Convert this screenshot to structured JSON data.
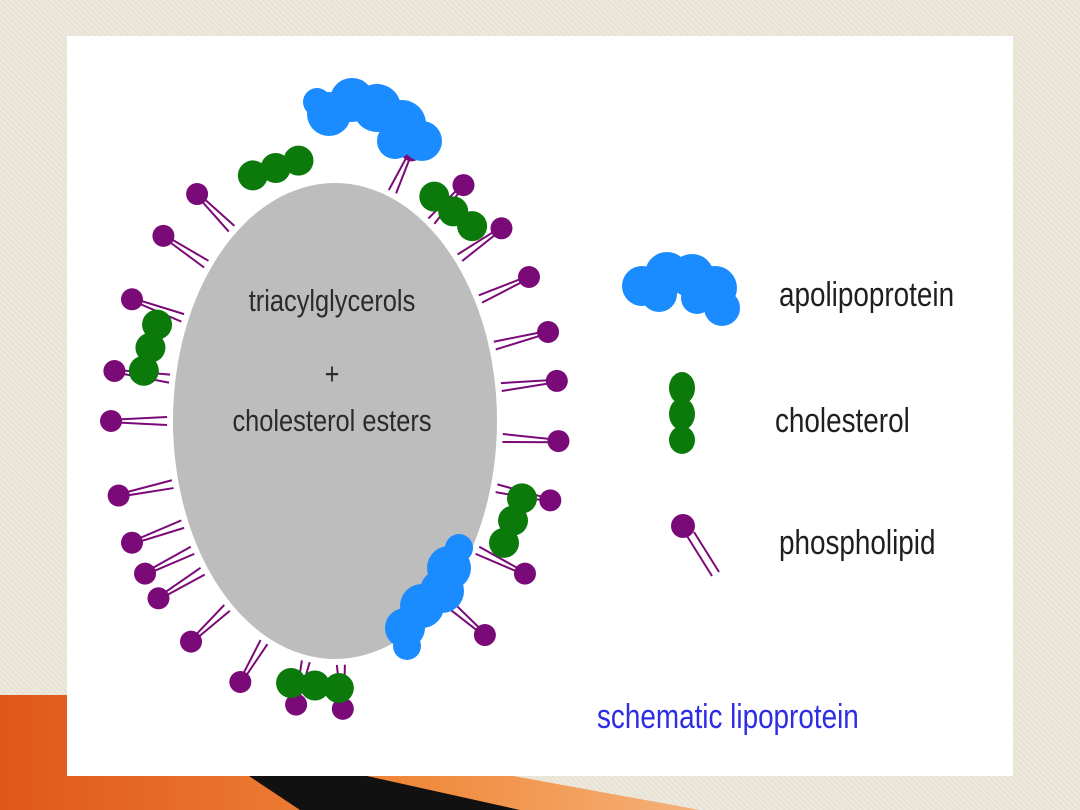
{
  "core": {
    "line1": "triacylglycerols",
    "line2": "+",
    "line3": "cholesterol esters"
  },
  "legend": {
    "items": [
      {
        "label": "apolipoprotein",
        "icon": "apolipoprotein-icon"
      },
      {
        "label": "cholesterol",
        "icon": "cholesterol-icon"
      },
      {
        "label": "phospholipid",
        "icon": "phospholipid-icon"
      }
    ]
  },
  "caption": "schematic lipoprotein",
  "colors": {
    "core": "#bdbdbd",
    "apolipoprotein": "#1a8cff",
    "cholesterol": "#0b7a0b",
    "phospholipid": "#7a0a78",
    "caption": "#2d2de6",
    "accent_orange": "#e8641a"
  }
}
